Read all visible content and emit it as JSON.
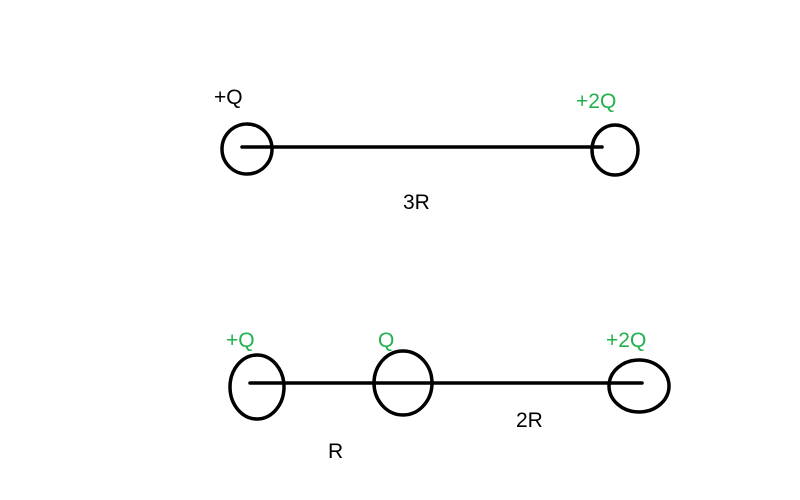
{
  "colors": {
    "ink": "#000000",
    "green": "#22b14c",
    "background": "#ffffff"
  },
  "top": {
    "left_charge": {
      "label": "+Q",
      "color": "#000000"
    },
    "right_charge": {
      "label": "+2Q",
      "color": "#22b14c"
    },
    "distance_label": "3R"
  },
  "bottom": {
    "left_charge": {
      "label": "+Q",
      "color": "#22b14c"
    },
    "middle_charge": {
      "label": "Q",
      "color": "#22b14c"
    },
    "right_charge": {
      "label": "+2Q",
      "color": "#22b14c"
    },
    "left_distance_label": "R",
    "right_distance_label": "2R"
  }
}
